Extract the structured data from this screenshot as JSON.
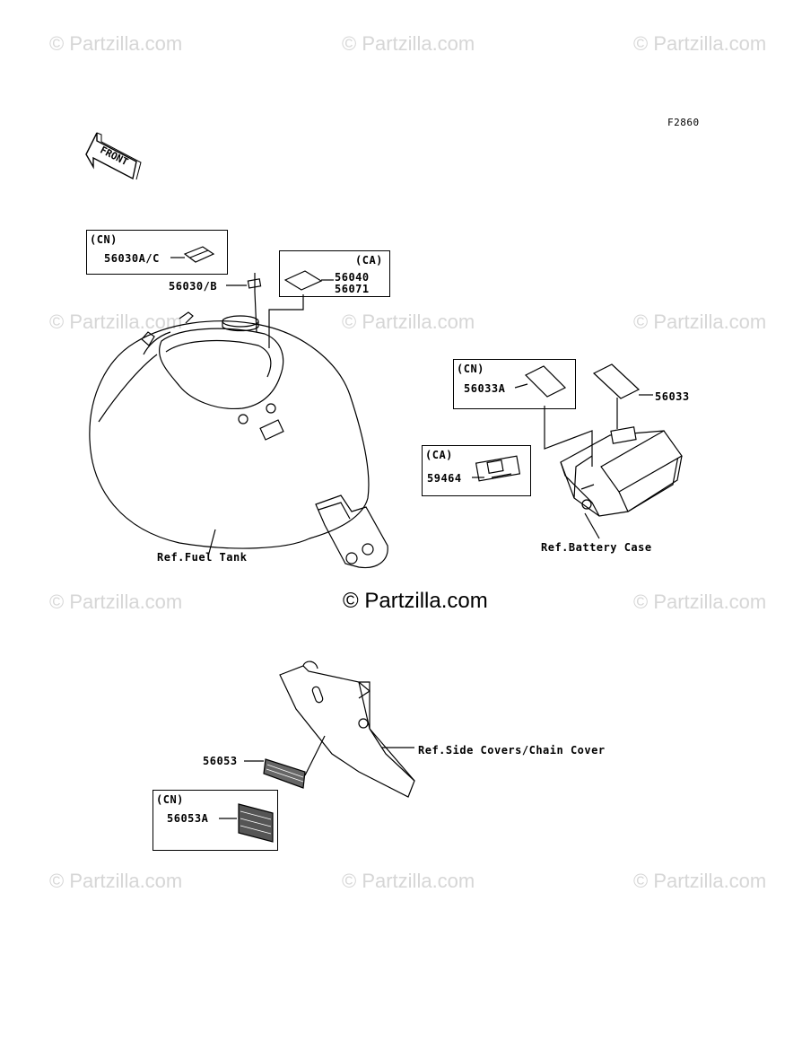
{
  "watermarks": {
    "text": "© Partzilla.com",
    "main": "© Partzilla.com"
  },
  "figure_code": "F2860",
  "front_arrow": "FRONT",
  "boxes": {
    "fuel_cn": {
      "region": "(CN)",
      "part": "56030A/C"
    },
    "fuel_ca": {
      "region": "(CA)",
      "part_a": "56040",
      "part_b": "56071"
    },
    "battery_cn": {
      "region": "(CN)",
      "part": "56033A"
    },
    "battery_ca": {
      "region": "(CA)",
      "part": "59464"
    },
    "cover_cn": {
      "region": "(CN)",
      "part": "56053A"
    }
  },
  "labels": {
    "p56030b": "56030/B",
    "p56033": "56033",
    "p56053": "56053",
    "ref_fuel_tank": "Ref.Fuel Tank",
    "ref_battery_case": "Ref.Battery Case",
    "ref_side_covers": "Ref.Side Covers/Chain Cover"
  },
  "colors": {
    "line": "#000000",
    "watermark": "#d6d6d6"
  }
}
